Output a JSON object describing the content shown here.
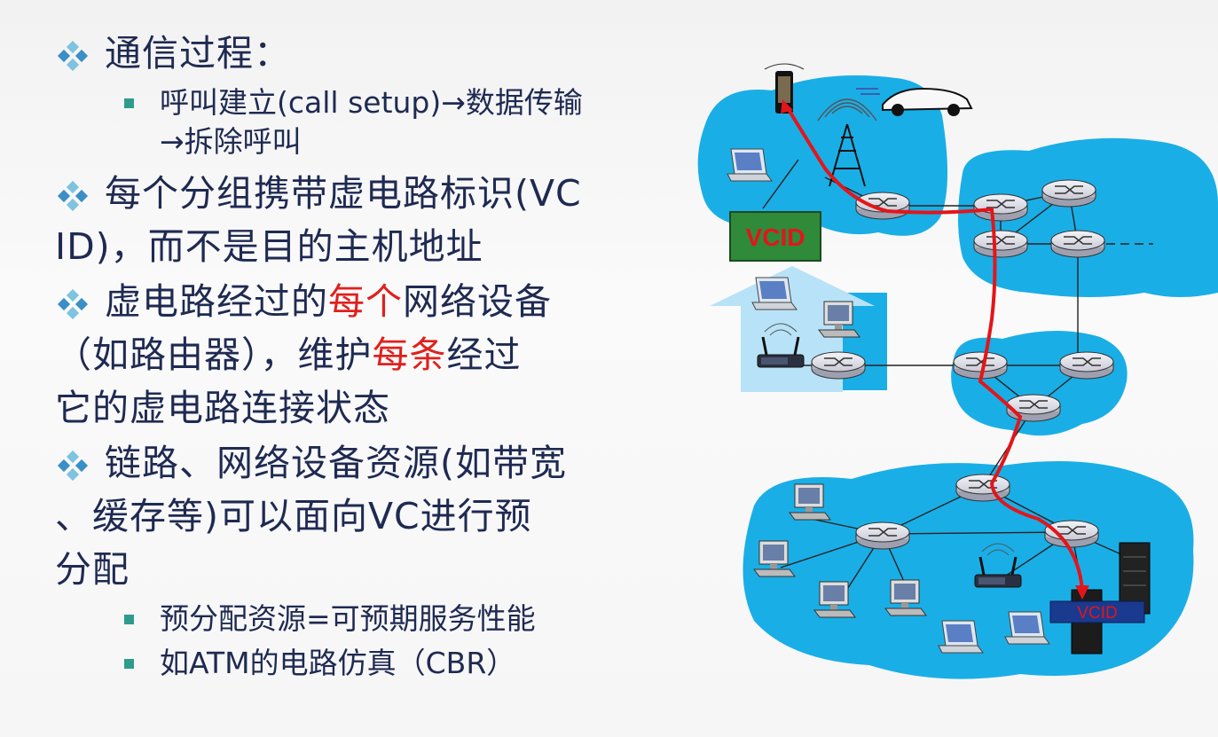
{
  "bullets": {
    "b1": {
      "text": "通信过程："
    },
    "b1_sub1": {
      "line1": "呼叫建立(call  setup)→数据传输",
      "line2": "→拆除呼叫"
    },
    "b2": {
      "line1": "每个分组携带虚电路标识(VC",
      "line2": "ID)，而不是目的主机地址"
    },
    "b3": {
      "line1_a": "虚电路经过的",
      "line1_red": "每个",
      "line1_b": "网络设备",
      "line2_a": "（如路由器），维护",
      "line2_red": "每条",
      "line2_b": "经过",
      "line3": "它的虚电路连接状态"
    },
    "b4": {
      "line1": "链路、网络设备资源(如带宽",
      "line2": "、缓存等)可以面向VC进行预",
      "line3": "分配"
    },
    "b4_sub1": {
      "text": "预分配资源=可预期服务性能"
    },
    "b4_sub2": {
      "text": "如ATM的电路仿真（CBR）"
    }
  },
  "diagram": {
    "vcid_label_large": "VCID",
    "vcid_label_small": "VCID",
    "colors": {
      "cloud": "#1aaee6",
      "path": "#e3151a",
      "vcid_box": "#2f8a3a",
      "vcid_text": "#e3151a",
      "arrow": "#b8e2f7"
    }
  }
}
